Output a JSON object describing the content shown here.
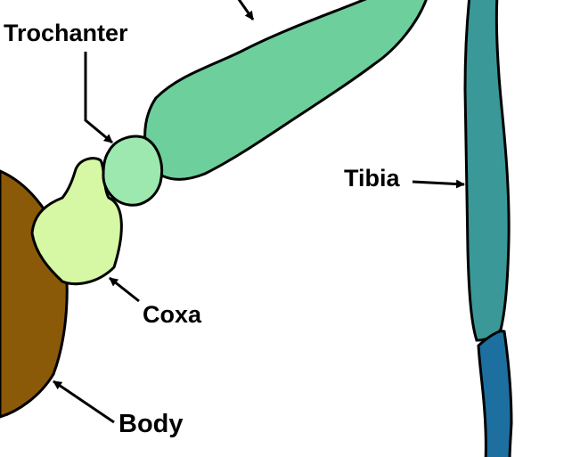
{
  "labels": {
    "trochanter": "Trochanter",
    "tibia": "Tibia",
    "coxa": "Coxa",
    "body": "Body"
  },
  "colors": {
    "body": "#8a5a08",
    "coxa": "#d6f7a3",
    "trochanter": "#9ce8ae",
    "femur": "#6dcf9c",
    "tibia": "#3a9898",
    "tarsus": "#1d6fa0",
    "outline": "#000000"
  }
}
